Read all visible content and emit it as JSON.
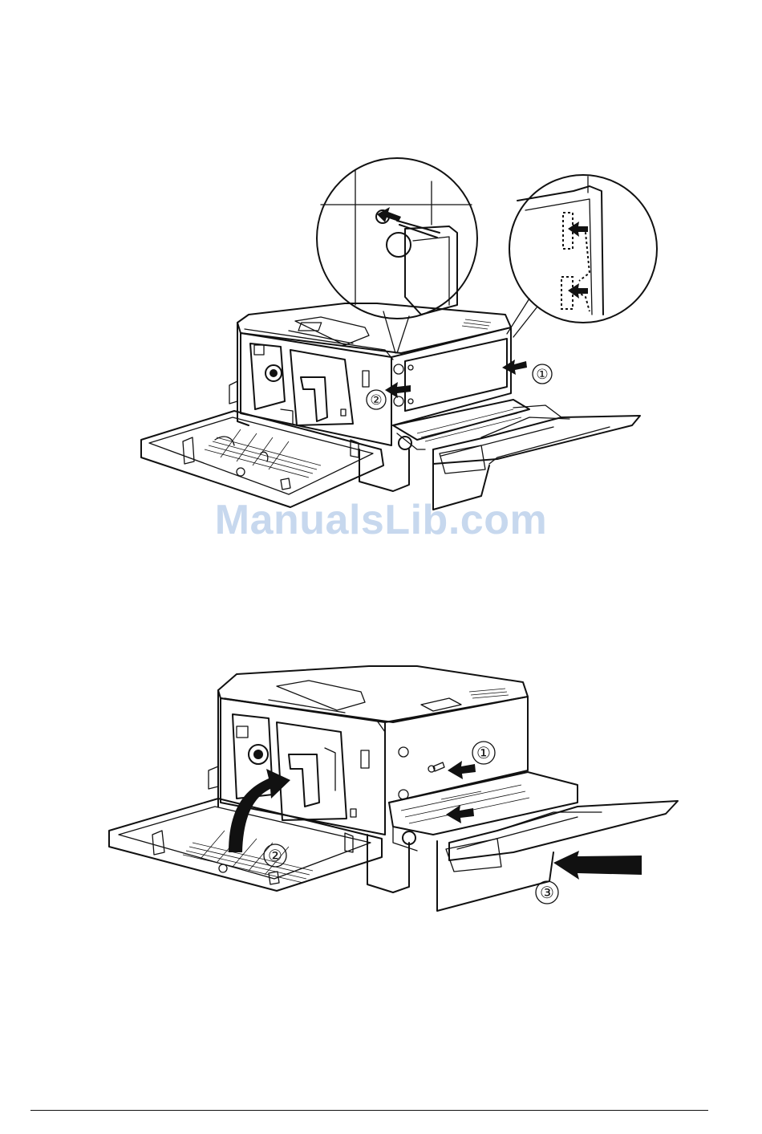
{
  "watermark": "ManualsLib.com",
  "figure_top": {
    "callouts": [
      "①",
      "②"
    ]
  },
  "figure_bottom": {
    "callouts": [
      "①",
      "②",
      "③"
    ]
  }
}
